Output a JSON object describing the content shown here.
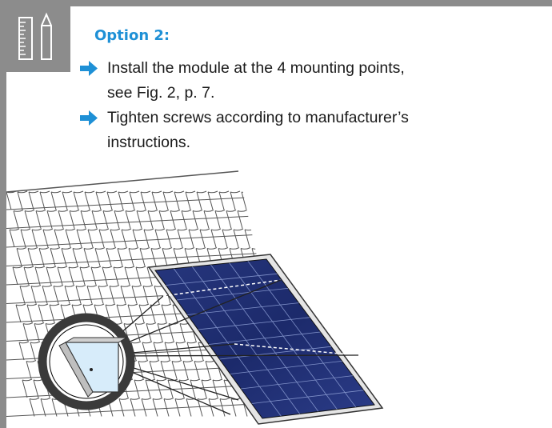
{
  "heading": {
    "text": "Option 2:",
    "color": "#1e90d6"
  },
  "steps": [
    {
      "line1": "Install the module at the 4 mounting points,",
      "line2": "see Fig. 2, p. 7."
    },
    {
      "line1": "Tighten screws according to manufacturer’s",
      "line2": "instructions."
    }
  ],
  "icons": {
    "tool_icon": "ruler-and-pencil-icon",
    "step_icon": "arrow-right-icon",
    "arrow_color": "#1e90d6"
  },
  "illustration": {
    "subject": "solar-module-on-tiled-roof",
    "mounting_points": 4,
    "panel_color": "#1c2a6b",
    "frame_color": "#d9d9d9"
  }
}
